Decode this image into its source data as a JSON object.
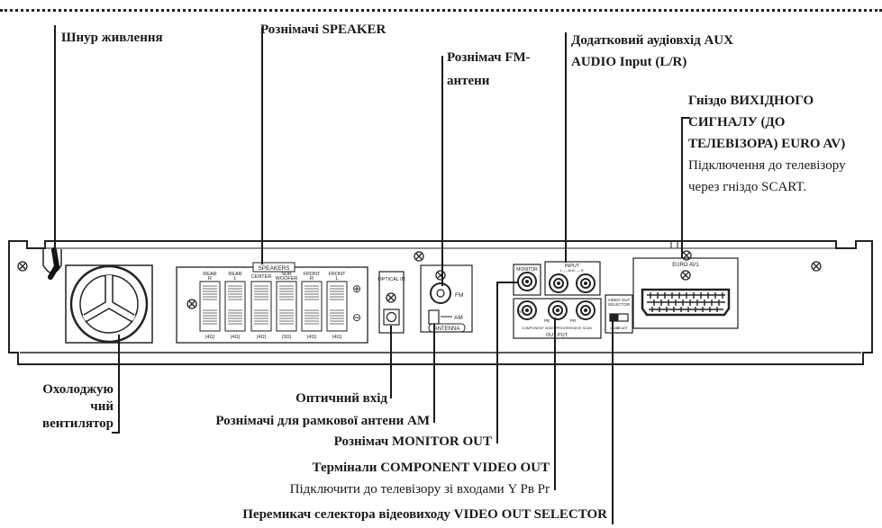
{
  "labels": {
    "power_cord": "Шнур живлення",
    "speaker_connectors": "Рознімачі SPEAKER",
    "fm_antenna_line1": "Рознімач FM-",
    "fm_antenna_line2": "антени",
    "aux_line1": "Додатковий аудіовхід AUX",
    "aux_line2": "AUDIO Input (L/R)",
    "euro_av_line1": "Гніздо ВИХІДНОГО",
    "euro_av_line2": "СИГНАЛУ (ДО",
    "euro_av_line3": "ТЕЛЕВІЗОРА) EURO AV)",
    "euro_av_desc1": "Підключення до телевізору",
    "euro_av_desc2": "через гніздо SCART.",
    "fan_line1": "Охолоджую",
    "fan_line2": "чий",
    "fan_line3": "вентилятор",
    "optical_in": "Оптичний вхід",
    "am_antenna": "Рознімачі для рамкової антени AM",
    "monitor_out": "Рознімач MONITOR OUT",
    "component_out": "Термінали COMPONENT VIDEO OUT",
    "component_desc": "Підключити до телевізору зі входами Y Pв Pr",
    "video_selector": "Перемикач селектора відеовиходу VIDEO OUT SELECTOR"
  },
  "panel": {
    "speakers_title": "SPEAKERS",
    "speaker_terminals": [
      {
        "line1": "REAR",
        "line2": "R",
        "impedance": "(4Ω)"
      },
      {
        "line1": "REAR",
        "line2": "L",
        "impedance": "(4Ω)"
      },
      {
        "line1": "CENTER",
        "line2": "",
        "impedance": "(4Ω)"
      },
      {
        "line1": "SUB",
        "line2": "WOOFER",
        "impedance": "(3Ω)"
      },
      {
        "line1": "FRONT",
        "line2": "R",
        "impedance": "(4Ω)"
      },
      {
        "line1": "FRONT",
        "line2": "L",
        "impedance": "(4Ω)"
      }
    ],
    "plus": "⊕",
    "minus": "⊖",
    "optical_in": "OPTICAL IN",
    "fm": "FM",
    "am": "AM",
    "antenna": "ANTENNA",
    "monitor": "MONITOR",
    "input": "INPUT",
    "aux": "L — AUX — R",
    "component": "COMPONENT VIDEO/PROGRESSIVE SCAN",
    "output": "OUT PUT",
    "comp_y": "Y",
    "comp_pb": "PB",
    "comp_pr": "PR",
    "selector_line1": "VIDEO OUT",
    "selector_line2": "SELECTOR",
    "selector_left": "COMP.",
    "selector_right": "SCART",
    "euro_av": "EURO AV1"
  }
}
